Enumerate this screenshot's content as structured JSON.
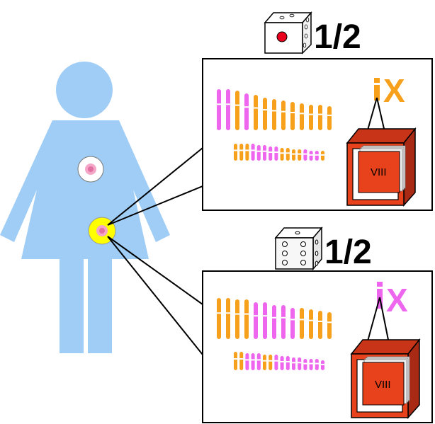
{
  "colors": {
    "figure": "#9fcdf6",
    "orange": "#f7a01c",
    "pink": "#ee66ee",
    "red": "#e8421c",
    "yellow": "#ffff00",
    "die_red_pip": "#e8001c"
  },
  "panels": [
    {
      "probability": "1/2",
      "die": "die-one-pip-icon",
      "x_chromosome_label": "X",
      "x_chromosome_color": "orange",
      "box_label": "VIII"
    },
    {
      "probability": "1/2",
      "die": "die-six-pip-icon",
      "x_chromosome_label": "X",
      "x_chromosome_color": "pink",
      "box_label": "VIII"
    }
  ]
}
